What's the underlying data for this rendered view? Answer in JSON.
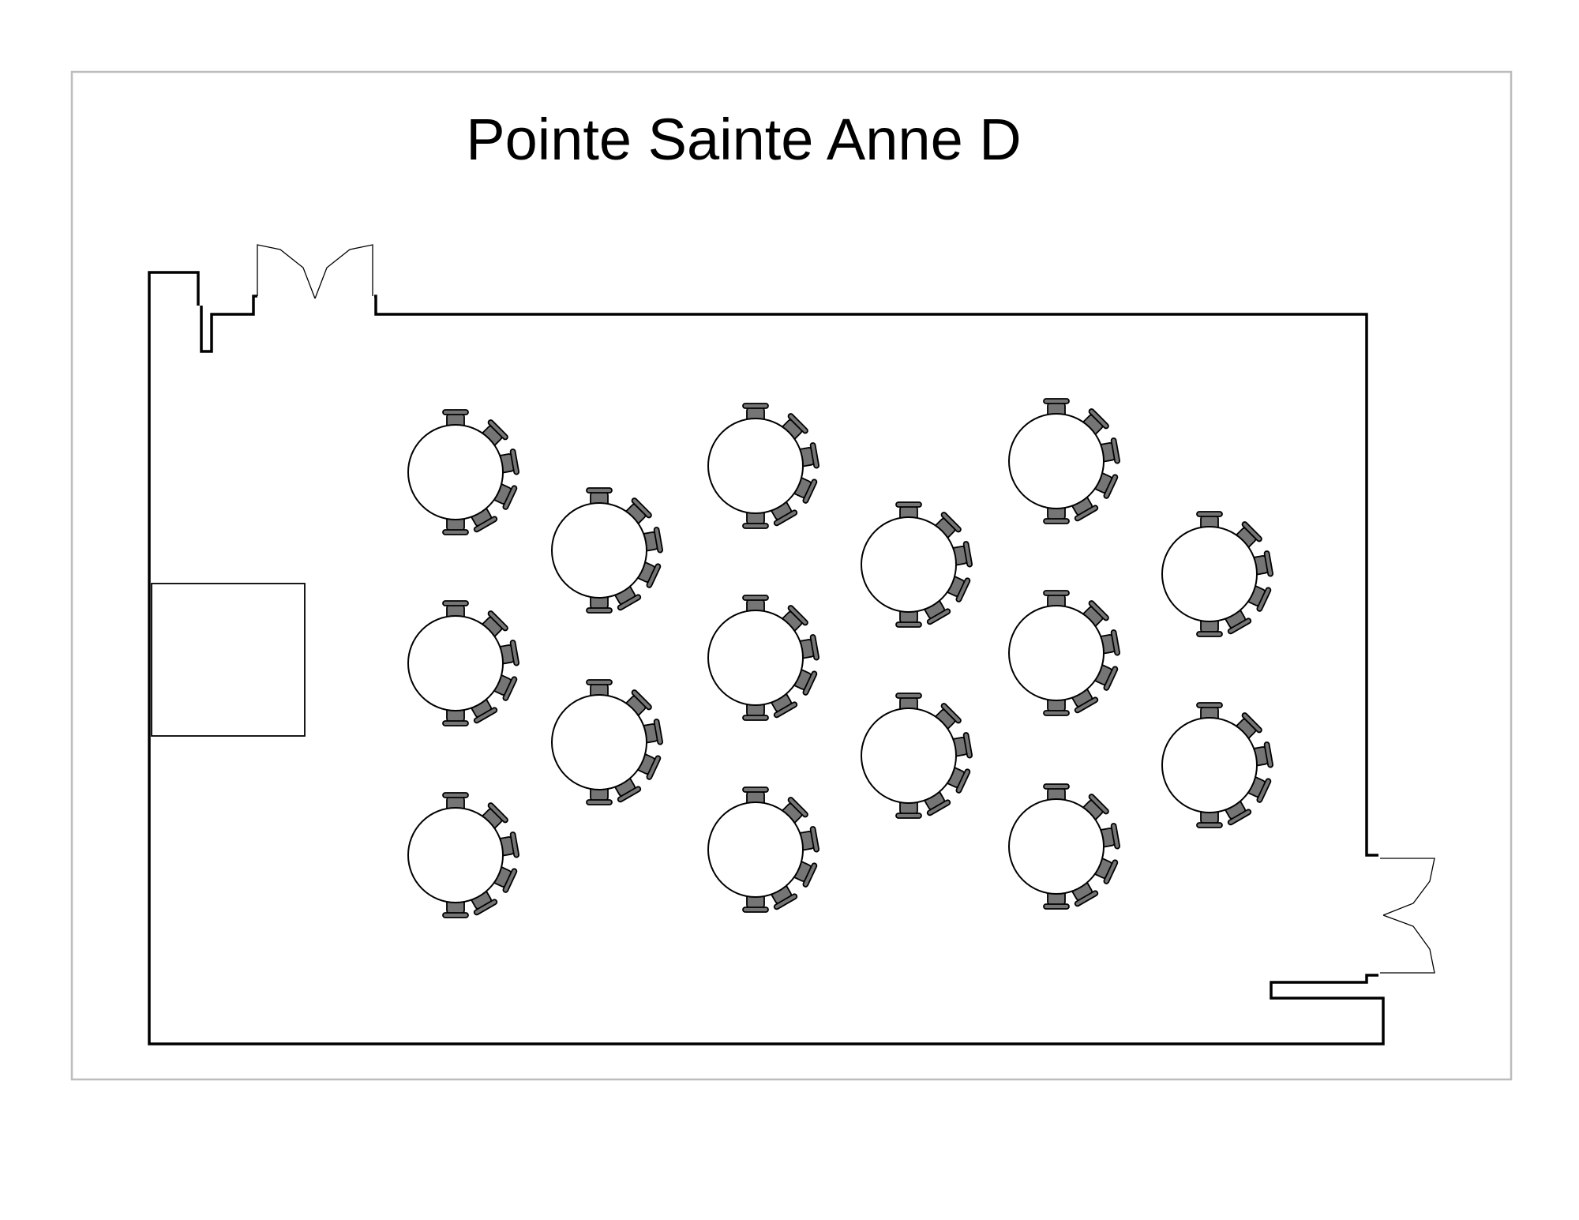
{
  "title": "Pointe Sainte Anne D",
  "colors": {
    "background": "#ffffff",
    "frame": "#bdbdbd",
    "wall": "#000000",
    "chair": "#757575",
    "table": "#ffffff"
  },
  "room": {
    "stage_count": 1,
    "door_count": 2
  },
  "tables": [
    {
      "id": "T1",
      "column": 1,
      "chairs": 6
    },
    {
      "id": "T2",
      "column": 1,
      "chairs": 6
    },
    {
      "id": "T3",
      "column": 1,
      "chairs": 6
    },
    {
      "id": "T4",
      "column": 2,
      "chairs": 6
    },
    {
      "id": "T5",
      "column": 2,
      "chairs": 6
    },
    {
      "id": "T6",
      "column": 3,
      "chairs": 6
    },
    {
      "id": "T7",
      "column": 3,
      "chairs": 6
    },
    {
      "id": "T8",
      "column": 3,
      "chairs": 6
    },
    {
      "id": "T9",
      "column": 4,
      "chairs": 6
    },
    {
      "id": "T10",
      "column": 4,
      "chairs": 6
    },
    {
      "id": "T11",
      "column": 5,
      "chairs": 6
    },
    {
      "id": "T12",
      "column": 5,
      "chairs": 6
    },
    {
      "id": "T13",
      "column": 5,
      "chairs": 6
    },
    {
      "id": "T14",
      "column": 6,
      "chairs": 6
    },
    {
      "id": "T15",
      "column": 6,
      "chairs": 6
    }
  ]
}
